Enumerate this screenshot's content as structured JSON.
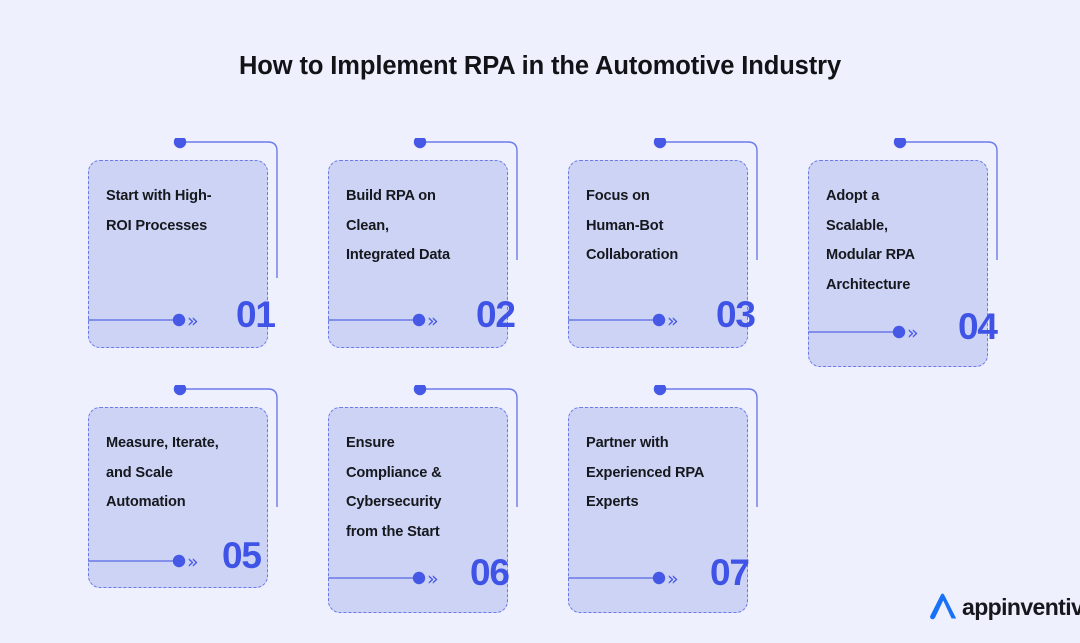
{
  "header": {
    "title": "How to Implement RPA in the Automotive Industry"
  },
  "colors": {
    "background": "#eef0fd",
    "card_fill": "#ccd3f5",
    "card_border": "#6b7ae8",
    "accent": "#3f54e6",
    "connector": "#6b7ae8",
    "title_text": "#111317",
    "card_text": "#16181d",
    "logo_mark": "#1871f6"
  },
  "steps": [
    {
      "number": "01",
      "text": "Start with High-ROI Processes",
      "lines": [
        "Start with High-",
        "ROI Processes"
      ],
      "arrow_icon": "double-chevron-right-icon"
    },
    {
      "number": "02",
      "text": "Build RPA on Clean, Integrated Data",
      "lines": [
        "Build RPA on",
        "Clean,",
        "Integrated Data"
      ],
      "arrow_icon": "double-chevron-right-icon"
    },
    {
      "number": "03",
      "text": "Focus on Human-Bot Collaboration",
      "lines": [
        "Focus on",
        "Human-Bot",
        "Collaboration"
      ],
      "arrow_icon": "double-chevron-right-icon"
    },
    {
      "number": "04",
      "text": "Adopt a Scalable, Modular RPA Architecture",
      "lines": [
        "Adopt a",
        "Scalable,",
        "Modular RPA",
        "Architecture"
      ],
      "arrow_icon": "double-chevron-right-icon"
    },
    {
      "number": "05",
      "text": "Measure, Iterate, and Scale Automation",
      "lines": [
        "Measure, Iterate,",
        "and Scale",
        "Automation"
      ],
      "arrow_icon": "double-chevron-right-icon"
    },
    {
      "number": "06",
      "text": "Ensure Compliance & Cybersecurity from the Start",
      "lines": [
        "Ensure",
        "Compliance &",
        "Cybersecurity",
        "from the Start"
      ],
      "arrow_icon": "double-chevron-right-icon"
    },
    {
      "number": "07",
      "text": "Partner with Experienced RPA Experts",
      "lines": [
        "Partner with",
        "Experienced RPA",
        "Experts"
      ],
      "arrow_icon": "double-chevron-right-icon"
    }
  ],
  "brand": {
    "name": "appinventiv",
    "mark_icon": "appinventiv-a-mark-icon"
  }
}
